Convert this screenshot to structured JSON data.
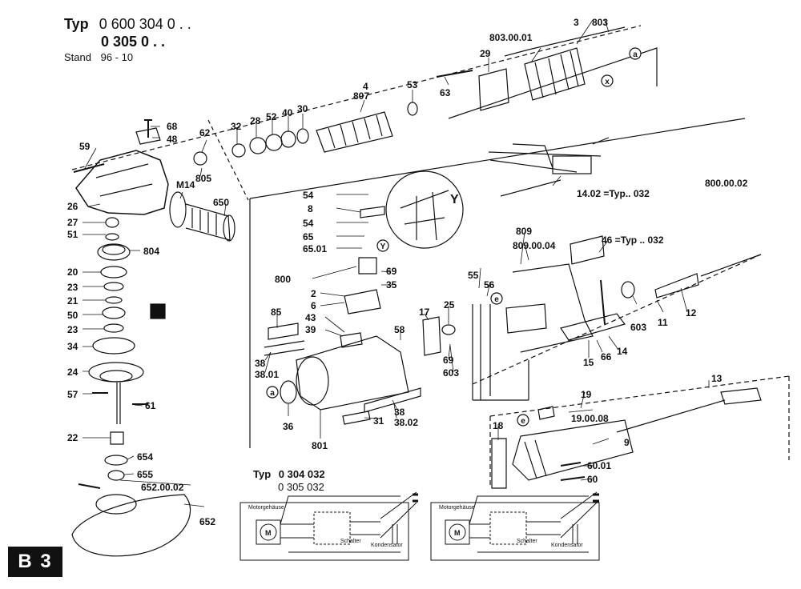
{
  "header": {
    "typ_label": "Typ",
    "typ_line1": "0 600 304 0 . .",
    "typ_line2": "0 305 0 . .",
    "stand_label": "Stand",
    "stand_value": "96 - 10"
  },
  "page_badge": "B 3",
  "callouts": [
    "68",
    "48",
    "59",
    "62",
    "32",
    "28",
    "52",
    "40",
    "30",
    "4",
    "807",
    "53",
    "63",
    "29",
    "803.00.01",
    "3",
    "803",
    "26",
    "M14",
    "805",
    "650",
    "27",
    "51",
    "804",
    "20",
    "23",
    "21",
    "50",
    "23",
    "34",
    "24",
    "57",
    "61",
    "22",
    "654",
    "655",
    "652.00.02",
    "652",
    "54",
    "8",
    "54",
    "65",
    "65.01",
    "800",
    "69",
    "35",
    "2",
    "6",
    "85",
    "43",
    "39",
    "38",
    "38.01",
    "58",
    "17",
    "25",
    "69",
    "603",
    "36",
    "801",
    "31",
    "38",
    "38.02",
    "14.02 =Typ.. 032",
    "800.00.02",
    "809",
    "809.00.04",
    "46 =Typ .. 032",
    "55",
    "56",
    "603",
    "11",
    "12",
    "14",
    "15",
    "66",
    "13",
    "19",
    "19.00.08",
    "18",
    "9",
    "60.01",
    "60",
    "Y"
  ],
  "circle_markers": [
    "a",
    "x",
    "Y",
    "a",
    "e",
    "e"
  ],
  "wiring": {
    "title_label": "Typ",
    "title_line1": "0 304 032",
    "title_line2": "0 305 032",
    "left": {
      "motor_housing": "Motorgehäuse",
      "switch": "Schalter",
      "capacitor": "Kondensator",
      "motor_symbol": "M"
    },
    "right": {
      "motor_housing": "Motorgehäuse",
      "switch": "Schalter",
      "capacitor": "Kondensator",
      "motor_symbol": "M"
    }
  }
}
